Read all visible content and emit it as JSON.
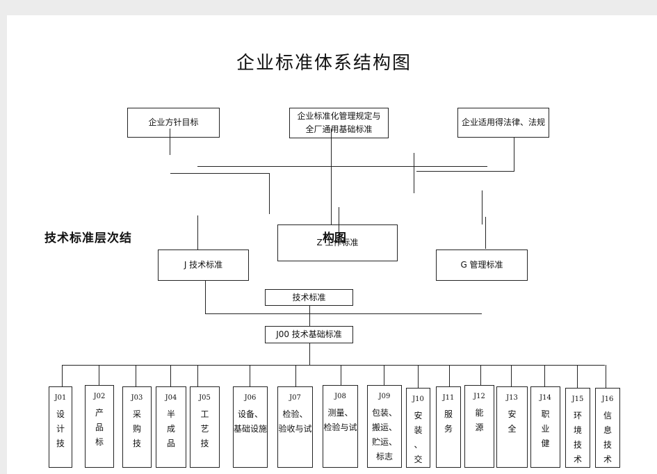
{
  "title": "企业标准体系结构图",
  "top_boxes": {
    "policy": "企业方针目标",
    "mgmt_rules_l1": "企业标准化管理规定与",
    "mgmt_rules_l2": "全厂通用基础标准",
    "laws": "企业适用得法律、法规"
  },
  "mid_boxes": {
    "z": "Z 工作标准",
    "j": "J 技术标准",
    "g": "G 管理标准"
  },
  "subtitle_a": "技术标准层次结",
  "subtitle_b": "构图",
  "tech_std": "技术标准",
  "j00": "J00  技术基础标准",
  "j_items": [
    {
      "code": "J01",
      "text": "设计技"
    },
    {
      "code": "J02",
      "text": "产品标"
    },
    {
      "code": "J03",
      "text": "采购技"
    },
    {
      "code": "J04",
      "text": "半成品"
    },
    {
      "code": "J05",
      "text": "工艺技"
    },
    {
      "code": "J06",
      "text": "设备、基础设施"
    },
    {
      "code": "J07",
      "text": "检验、验收与试"
    },
    {
      "code": "J08",
      "text": "测量、检验与试"
    },
    {
      "code": "J09",
      "text": "包装、搬运、贮运、标志"
    },
    {
      "code": "J10",
      "text": "安装、交付"
    },
    {
      "code": "J11",
      "text": "服务"
    },
    {
      "code": "J12",
      "text": "能源"
    },
    {
      "code": "J13",
      "text": "安全"
    },
    {
      "code": "J14",
      "text": "职业健"
    },
    {
      "code": "J15",
      "text": "环境技术"
    },
    {
      "code": "J16",
      "text": "信息技术"
    }
  ]
}
